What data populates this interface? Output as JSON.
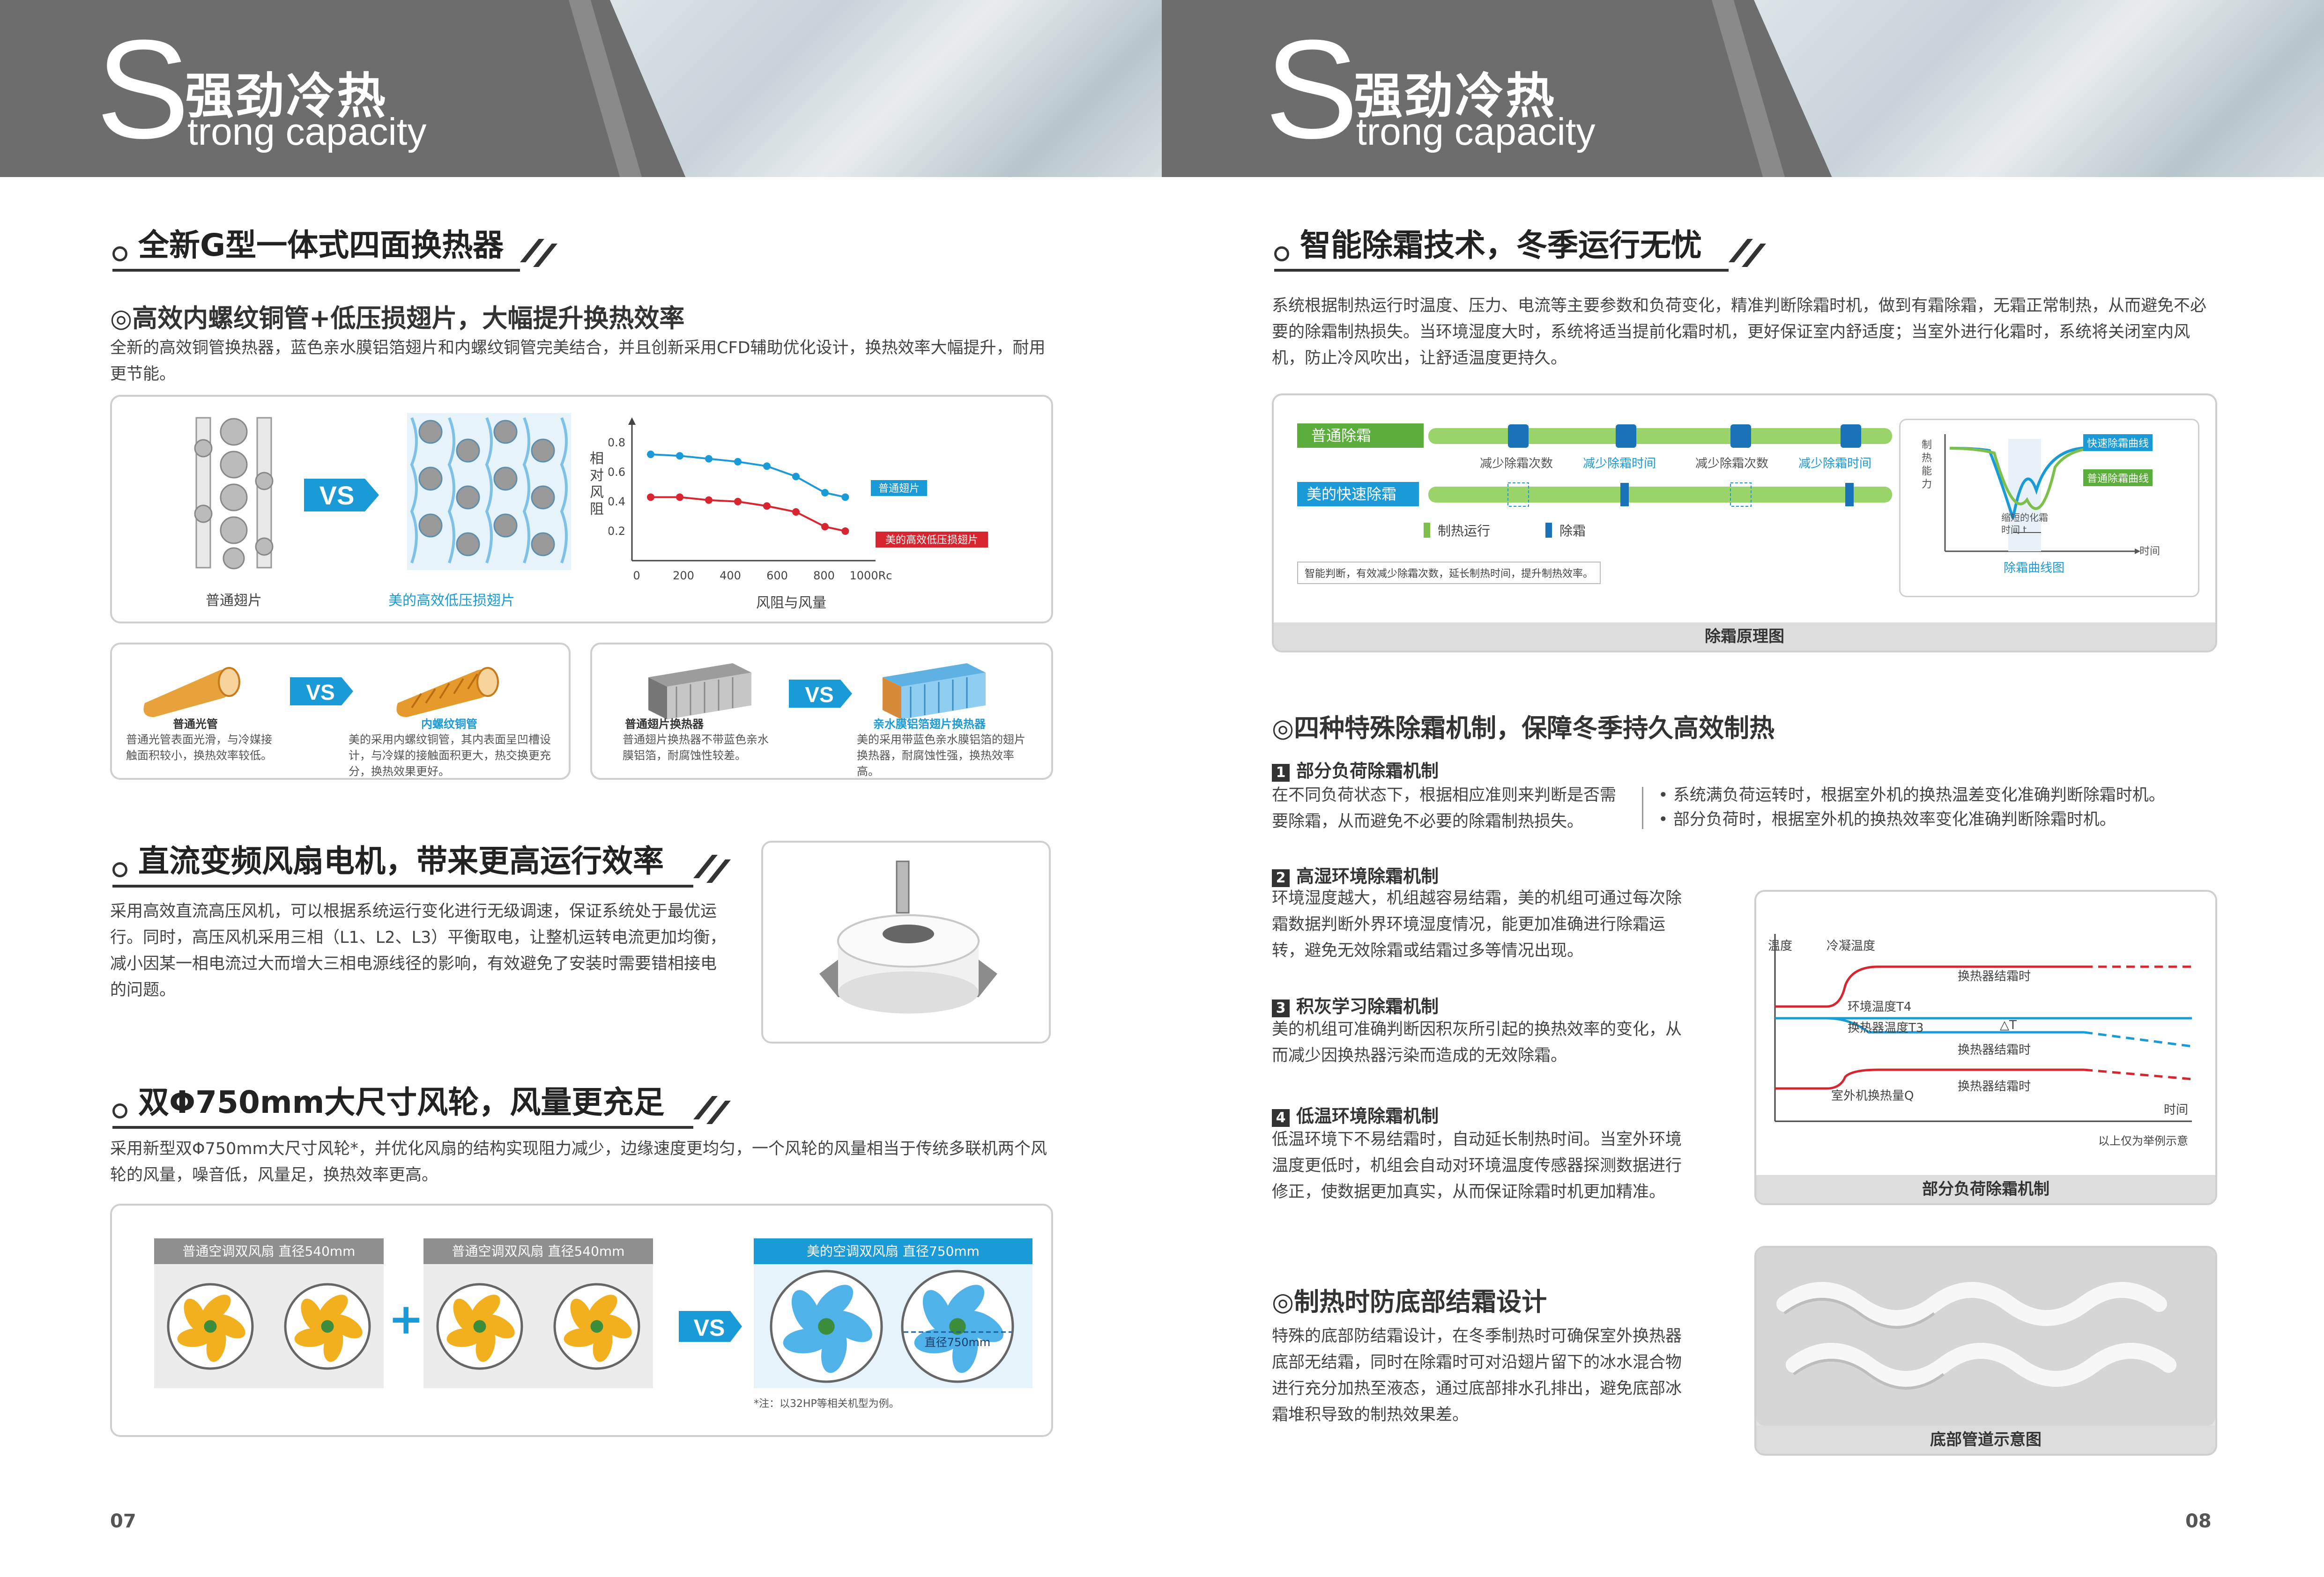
{
  "header": {
    "big_letter": "S",
    "title_cn": "强劲冷热",
    "title_en": "trong capacity"
  },
  "left": {
    "sec1": {
      "title": "全新G型一体式四面换热器",
      "sub": "◎高效内螺纹铜管+低压损翅片，大幅提升换热效率",
      "para": "全新的高效铜管换热器，蓝色亲水膜铝箔翅片和内螺纹铜管完美结合，并且创新采用CFD辅助优化设计，换热效率大幅提升，耐用更节能。",
      "fin_left_label": "普通翅片",
      "fin_right_label": "美的高效低压损翅片",
      "vs": "VS"
    },
    "chart1": {
      "ylabel": "相对风阻",
      "xlabel": "风阻与风量",
      "series_a_label": "普通翅片",
      "series_b_label": "美的高效低压损翅片"
    },
    "tube_box": {
      "left_title": "普通光管",
      "left_desc": "普通光管表面光滑，与冷媒接触面积较小，换热效率较低。",
      "right_title": "内螺纹铜管",
      "right_desc": "美的采用内螺纹铜管，其内表面呈凹槽设计，与冷媒的接触面积更大，热交换更充分，换热效果更好。"
    },
    "hx_box": {
      "left_title": "普通翅片换热器",
      "left_desc": "普通翅片换热器不带蓝色亲水膜铝箔，耐腐蚀性较差。",
      "right_title": "亲水膜铝箔翅片换热器",
      "right_desc": "美的采用带蓝色亲水膜铝箔的翅片换热器，耐腐蚀性强，换热效率高。"
    },
    "sec2": {
      "title": "直流变频风扇电机，带来更高运行效率",
      "para": "采用高效直流高压风机，可以根据系统运行变化进行无级调速，保证系统处于最优运行。同时，高压风机采用三相（L1、L2、L3）平衡取电，让整机运转电流更加均衡，减小因某一相电流过大而增大三相电源线径的影响，有效避免了安装时需要错相接电的问题。"
    },
    "sec3": {
      "title": "双Φ750mm大尺寸风轮，风量更充足",
      "para": "采用新型双Φ750mm大尺寸风轮*，并优化风扇的结构实现阻力减少，边缘速度更均匀，一个风轮的风量相当于传统多联机两个风轮的风量，噪音低，风量足，换热效率更高。",
      "fan1_label": "普通空调双风扇  直径540mm",
      "fan2_label": "普通空调双风扇  直径540mm",
      "fan3_label": "美的空调双风扇  直径750mm",
      "plus": "+",
      "diameter_tag": "直径750mm",
      "note": "*注：以32HP等相关机型为例。"
    },
    "page": "07"
  },
  "right": {
    "sec1": {
      "title": "智能除霜技术，冬季运行无忧",
      "para": "系统根据制热运行时温度、压力、电流等主要参数和负荷变化，精准判断除霜时机，做到有霜除霜，无霜正常制热，从而避免不必要的除霜制热损失。当环境湿度大时，系统将适当提前化霜时机，更好保证室内舒适度；当室外进行化霜时，系统将关闭室内风机，防止冷风吹出，让舒适温度更持久。",
      "row1_label": "普通除霜",
      "row2_label": "美的快速除霜",
      "lbl_a": "减少除霜次数",
      "lbl_b": "减少除霜时间",
      "lbl_c": "减少除霜次数",
      "lbl_d": "减少除霜时间",
      "legend_heat": "制热运行",
      "legend_defrost": "除霜",
      "note": "智能判断，有效减少除霜次数，延长制热时间，提升制热效率。",
      "curve_ylabel": "制热能力",
      "curve_fast": "快速除霜曲线",
      "curve_normal": "普通除霜曲线",
      "curve_note": "缩短的化霜时间 t",
      "curve_time": "时间",
      "curve_title": "除霜曲线图",
      "caption": "除霜原理图"
    },
    "sec2": {
      "title": "◎四种特殊除霜机制，保障冬季持久高效制热",
      "m1_num": "1",
      "m1_title": "部分负荷除霜机制",
      "m1_para": "在不同负荷状态下，根据相应准则来判断是否需要除霜，从而避免不必要的除霜制热损失。",
      "m1_bullet1": "• 系统满负荷运转时，根据室外机的换热温差变化准确判断除霜时机。",
      "m1_bullet2": "• 部分负荷时，根据室外机的换热效率变化准确判断除霜时机。",
      "m2_num": "2",
      "m2_title": "高湿环境除霜机制",
      "m2_para": "环境湿度越大，机组越容易结霜，美的机组可通过每次除霜数据判断外界环境湿度情况，能更加准确进行除霜运转，避免无效除霜或结霜过多等情况出现。",
      "m3_num": "3",
      "m3_title": "积灰学习除霜机制",
      "m3_para": "美的机组可准确判断因积灰所引起的换热效率的变化，从而减少因换热器污染而造成的无效除霜。",
      "m4_num": "4",
      "m4_title": "低温环境除霜机制",
      "m4_para": "低温环境下不易结霜时，自动延长制热时间。当室外环境温度更低时，机组会自动对环境温度传感器探测数据进行修正，使数据更加真实，从而保证除霜时机更加精准。"
    },
    "chart2": {
      "ylabel": "温度",
      "l_cond": "冷凝温度",
      "l_hx1": "换热器结霜时",
      "l_env": "环境温度T4",
      "l_hxT": "换热器温度T3",
      "l_dT": "△T",
      "l_hx2": "换热器结霜时",
      "l_hx3": "换热器结霜时",
      "l_q": "室外机换热量Q",
      "l_time": "时间",
      "l_note": "以上仅为举例示意",
      "caption": "部分负荷除霜机制"
    },
    "sec3": {
      "title": "◎制热时防底部结霜设计",
      "para": "特殊的底部防结霜设计，在冬季制热时可确保室外换热器底部无结霜，同时在除霜时可对沿翅片留下的冰水混合物进行充分加热至液态，通过底部排水孔排出，避免底部冰霜堆积导致的制热效果差。",
      "caption": "底部管道示意图"
    },
    "page": "08"
  },
  "colors": {
    "accent_blue": "#1a9ad7",
    "accent_red": "#d7262f",
    "heading_dark": "#222222",
    "banner_gray": "#6d6d6d",
    "green": "#7cc04b",
    "fan_orange": "#f2b01e"
  }
}
